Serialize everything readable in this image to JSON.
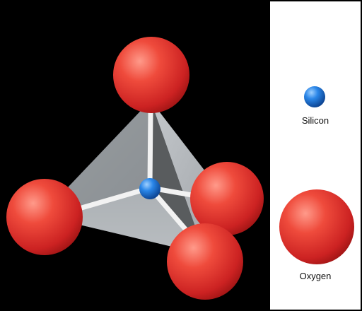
{
  "legend": {
    "silicon_label": "Silicon",
    "oxygen_label": "Oxygen"
  },
  "colors": {
    "background": "#000000",
    "legend_panel": "#ffffff",
    "oxygen": "#e0302a",
    "silicon": "#1a6fd6",
    "bond": "#f2f2f2",
    "tetrahedron_face": "#9a9ea3"
  },
  "icons": {
    "silicon": "blue-sphere",
    "oxygen": "red-sphere"
  }
}
